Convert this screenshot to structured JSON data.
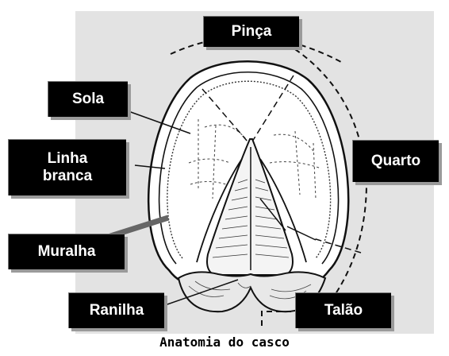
{
  "diagram": {
    "caption": "Anatomia do casco",
    "labels": {
      "pinca": "Pinça",
      "sola": "Sola",
      "linha_branca_line1": "Linha",
      "linha_branca_line2": "branca",
      "quarto": "Quarto",
      "muralha": "Muralha",
      "ranilha": "Ranilha",
      "talao": "Talão"
    }
  },
  "colors": {
    "background_panel": "#e3e3e3",
    "label_fill": "#000000",
    "label_text": "#ffffff",
    "ink": "#1a1a1a"
  }
}
